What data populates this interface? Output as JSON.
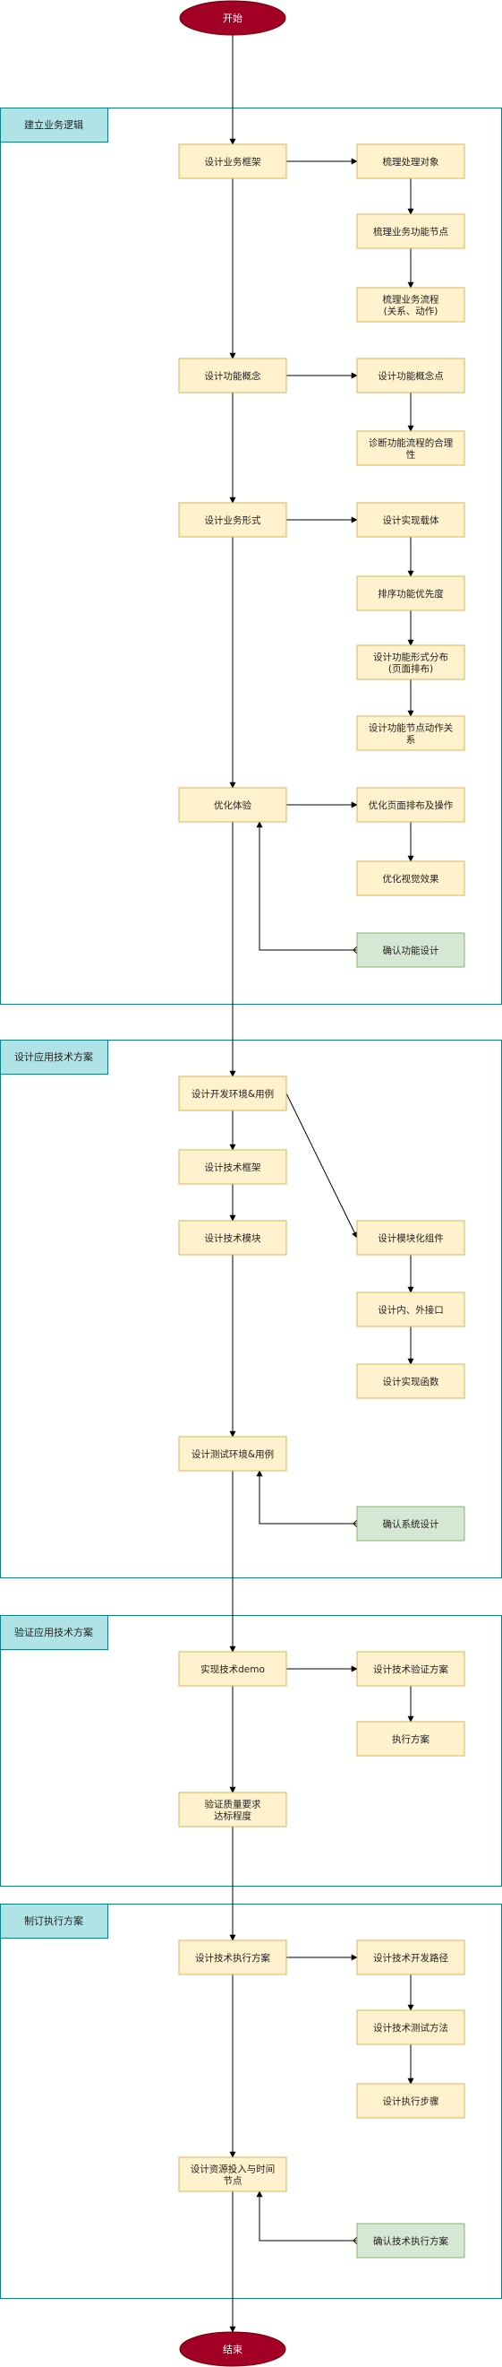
{
  "terminals": {
    "start": "开始",
    "end": "结束"
  },
  "phases": [
    {
      "label": "建立业务逻辑",
      "main": [
        "设计业务框架",
        "设计功能概念",
        "设计业务形式",
        "优化体验"
      ],
      "branches": [
        [
          "梳理处理对象",
          "梳理业务功能节点",
          [
            "梳理业务流程",
            "(关系、动作)"
          ]
        ],
        [
          "设计功能概念点",
          [
            "诊断功能流程的合理",
            "性"
          ]
        ],
        [
          "设计实现载体",
          "排序功能优先度",
          [
            "设计功能形式分布",
            "(页面排布)"
          ],
          [
            "设计功能节点动作关",
            "系"
          ]
        ],
        [
          "优化页面排布及操作",
          "优化视觉效果"
        ]
      ],
      "confirm": "确认功能设计"
    },
    {
      "label": "设计应用技术方案",
      "main": [
        "设计开发环境&用例",
        "设计技术框架",
        "设计技术模块",
        "设计测试环境&用例"
      ],
      "branches": [
        [
          "设计模块化组件",
          "设计内、外接口",
          "设计实现函数"
        ]
      ],
      "confirm": "确认系统设计"
    },
    {
      "label": "验证应用技术方案",
      "main": [
        "实现技术demo",
        [
          "验证质量要求",
          "达标程度"
        ]
      ],
      "branches": [
        [
          "设计技术验证方案",
          "执行方案"
        ]
      ]
    },
    {
      "label": "制订执行方案",
      "main": [
        "设计技术执行方案",
        [
          "设计资源投入与时间",
          "节点"
        ]
      ],
      "branches": [
        [
          "设计技术开发路径",
          "设计技术测试方法",
          "设计执行步骤"
        ]
      ],
      "confirm": "确认技术执行方案"
    }
  ],
  "colors": {
    "terminal_fill": "#a20025",
    "process_fill": "#fff2cc",
    "process_stroke": "#d6b656",
    "confirm_fill": "#d5e8d4",
    "confirm_stroke": "#82b366",
    "phase_label_fill": "#b0e3e6",
    "phase_border": "#0e8088",
    "line": "#000000"
  }
}
